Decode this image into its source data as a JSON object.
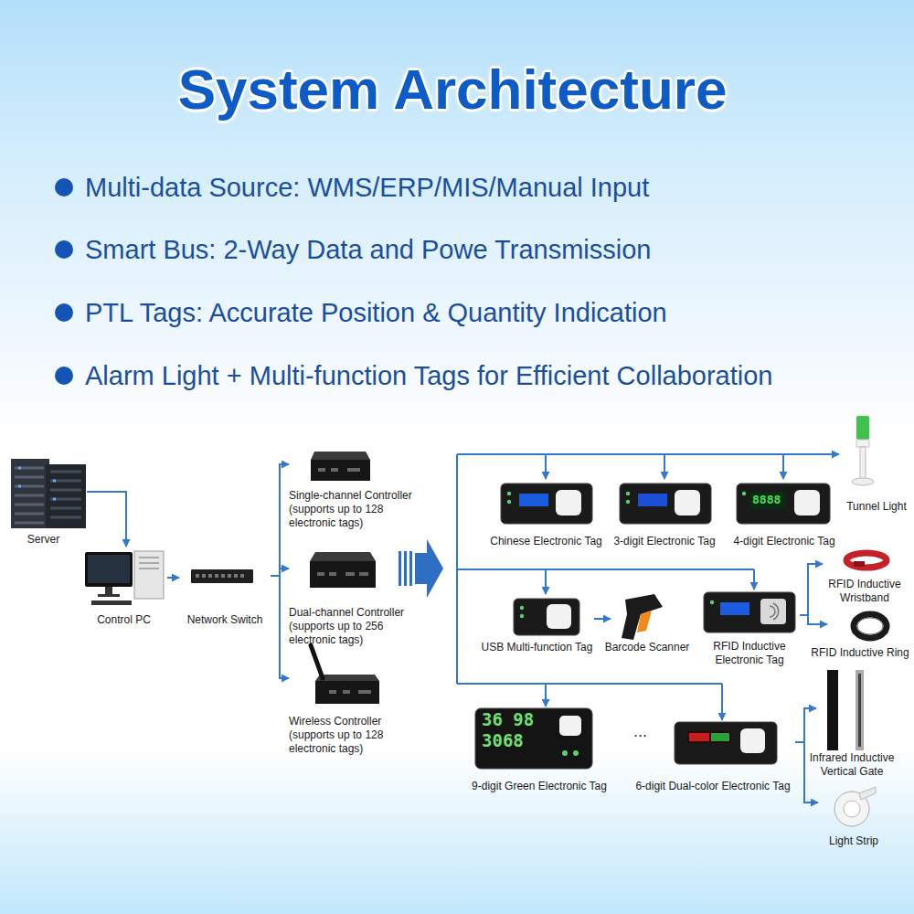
{
  "diagram": {
    "title": "System Architecture",
    "nodes": [
      {
        "text": [
          "Server"
        ]
      },
      {
        "text": [
          "Control PC"
        ]
      },
      {
        "text": [
          "Network Switch"
        ]
      },
      {
        "text": [
          "Single-channel Controller (supports up to 128 electronic tags)"
        ]
      },
      {
        "text": [
          "Dual-channel Controller (supports up to 256 electronic tags)"
        ]
      },
      {
        "text": [
          "Wireless Controller (supports up to 128 electronic tags)"
        ]
      },
      {
        "text": [
          "Chinese Electronic Tag"
        ]
      },
      {
        "text": [
          "3-digit Electronic Tag"
        ]
      },
      {
        "text": [
          "4-digit Electronic Tag"
        ]
      },
      {
        "text": [
          "Tunnel Light"
        ]
      },
      {
        "text": [
          "USB Multi-function Tag"
        ]
      },
      {
        "text": [
          "Barcode Scanner"
        ]
      },
      {
        "text": [
          "RFID Inductive Electronic Tag"
        ]
      },
      {
        "text": [
          "RFID Inductive Wristband"
        ]
      },
      {
        "text": [
          "RFID Inductive Ring"
        ]
      },
      {
        "text": [
          "9-digit Green Electronic Tag"
        ]
      },
      {
        "text": [
          "6-digit Dual-color Electronic Tag"
        ]
      },
      {
        "text": [
          "Infrared Inductive Vertical Gate"
        ]
      },
      {
        "text": [
          "Light Strip"
        ]
      }
    ],
    "edges": [
      {
        "from": 0,
        "to": 1,
        "arrow": "to"
      },
      {
        "from": 1,
        "to": 2,
        "arrow": "to"
      },
      {
        "from": 2,
        "to": 3,
        "arrow": "to"
      },
      {
        "from": 2,
        "to": 4,
        "arrow": "to"
      },
      {
        "from": 2,
        "to": 5,
        "arrow": "to"
      },
      {
        "from": 10,
        "to": 11,
        "arrow": "to"
      },
      {
        "from": 12,
        "to": 13,
        "arrow": "to"
      },
      {
        "from": 12,
        "to": 14,
        "arrow": "to"
      },
      {
        "from": 16,
        "to": 17,
        "arrow": "to"
      },
      {
        "from": 16,
        "to": 18,
        "arrow": "to"
      }
    ],
    "labels": [
      "Multi-data Source: WMS/ERP/MIS/Manual Input",
      "Smart Bus: 2-Way Data and Powe Transmission",
      "PTL Tags: Accurate Position & Quantity Indication",
      "Alarm Light + Multi-function Tags for Efficient Collaboration",
      "8888",
      "36 98",
      "3068",
      "..."
    ]
  }
}
